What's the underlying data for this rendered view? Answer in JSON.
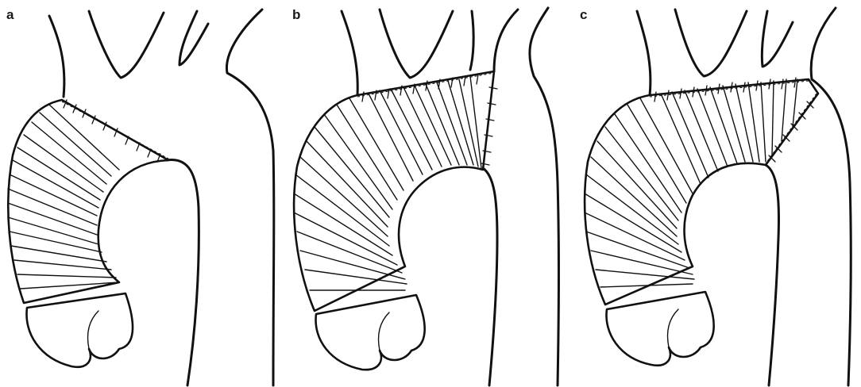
{
  "figure": {
    "panels": [
      {
        "id": "a",
        "label": "a"
      },
      {
        "id": "b",
        "label": "b"
      },
      {
        "id": "c",
        "label": "c"
      }
    ],
    "line_color": "#111111",
    "background": "#ffffff"
  }
}
